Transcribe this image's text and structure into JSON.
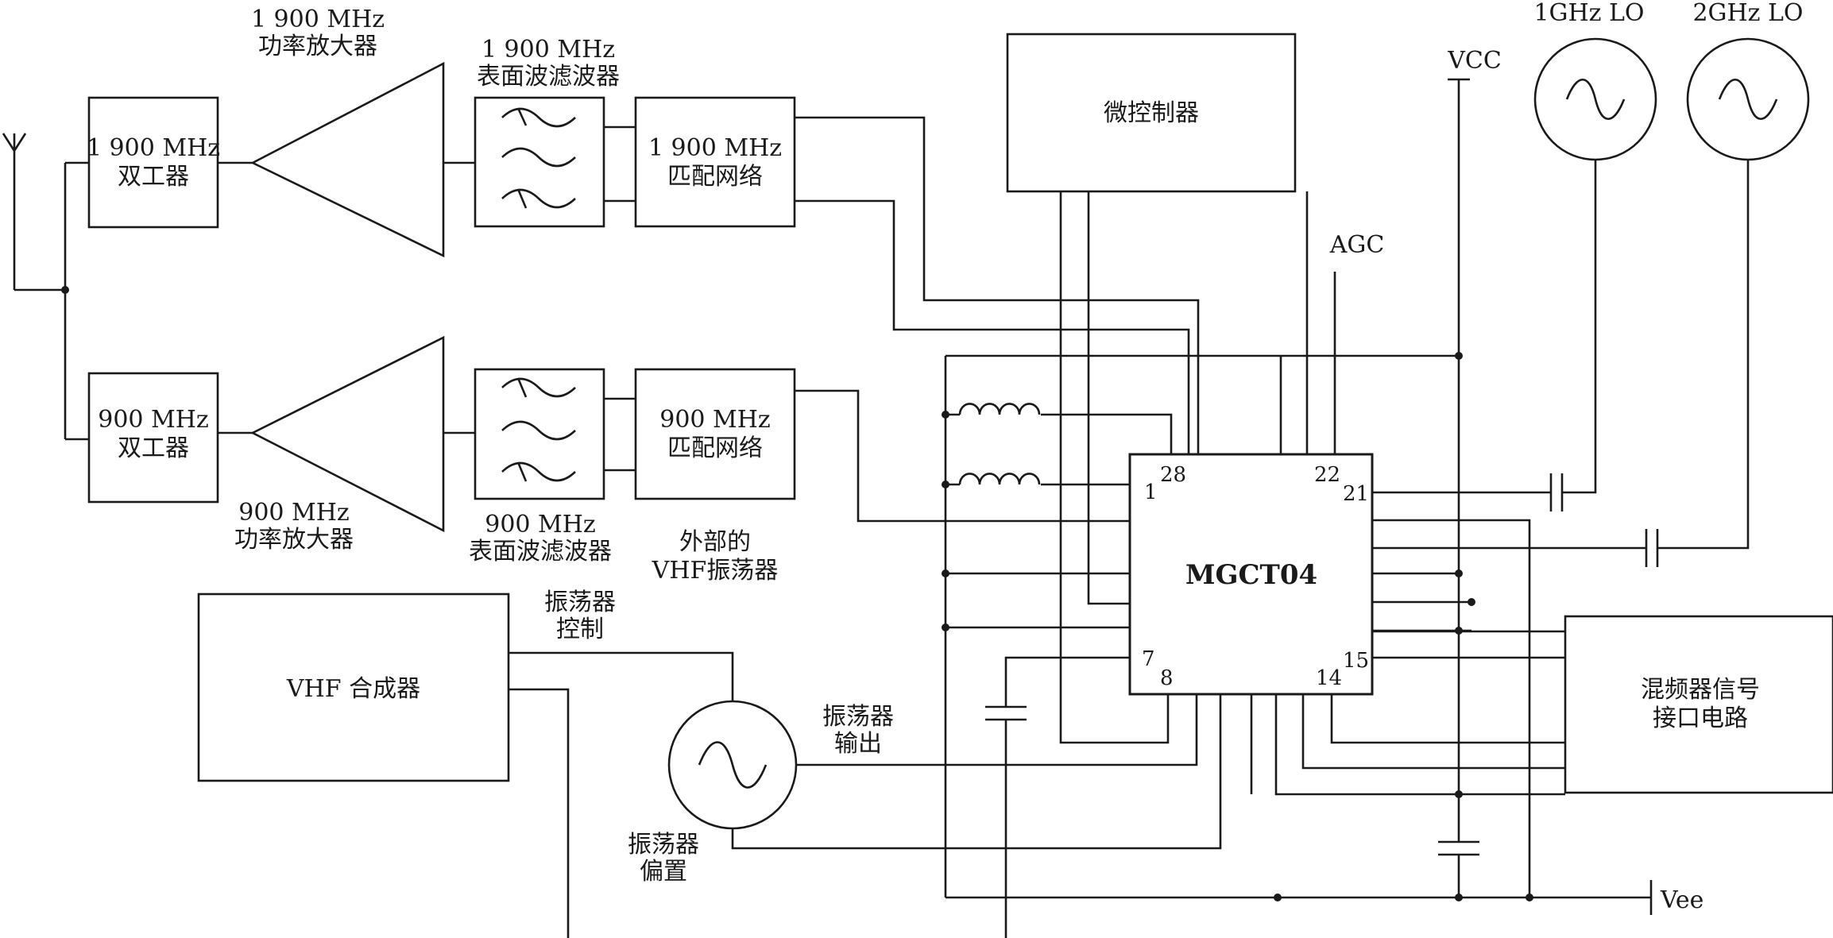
{
  "pa1900": {
    "l1": "1 900 MHz",
    "l2": "功率放大器"
  },
  "saw1900": {
    "l1": "1 900 MHz",
    "l2": "表面波滤波器"
  },
  "dup1900": {
    "l1": "1 900 MHz",
    "l2": "双工器"
  },
  "match1900": {
    "l1": "1 900 MHz",
    "l2": "匹配网络"
  },
  "dup900": {
    "l1": "900 MHz",
    "l2": "双工器"
  },
  "match900": {
    "l1": "900 MHz",
    "l2": "匹配网络"
  },
  "pa900": {
    "l1": "900 MHz",
    "l2": "功率放大器"
  },
  "saw900": {
    "l1": "900 MHz",
    "l2": "表面波滤波器"
  },
  "ext_vhf": {
    "l1": "外部的",
    "l2": "VHF振荡器"
  },
  "mcu": "微控制器",
  "vcc": "VCC",
  "agc": "AGC",
  "lo1": "1GHz LO",
  "lo2": "2GHz LO",
  "chip": {
    "name": "MGCT04",
    "pins": {
      "p1": "1",
      "p28": "28",
      "p22": "22",
      "p21": "21",
      "p7": "7",
      "p8": "8",
      "p14": "14",
      "p15": "15"
    }
  },
  "vhf_synth": "VHF 合成器",
  "osc_ctrl": {
    "l1": "振荡器",
    "l2": "控制"
  },
  "osc_out": {
    "l1": "振荡器",
    "l2": "输出"
  },
  "osc_bias": {
    "l1": "振荡器",
    "l2": "偏置"
  },
  "mixer_if": {
    "l1": "混频器信号",
    "l2": "接口电路"
  },
  "vee": "Vee"
}
